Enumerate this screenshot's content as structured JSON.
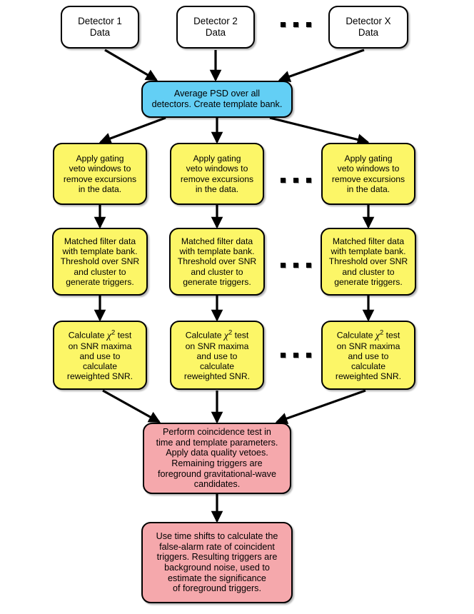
{
  "diagram": {
    "title": "Gravitational-wave search pipeline flowchart",
    "colors": {
      "input_box": "#ffffff",
      "psd_box": "#63CFF5",
      "per_detector_box": "#FCF667",
      "coincidence_box": "#F5A8AC",
      "stroke": "#000000",
      "background": "#ffffff"
    },
    "ellipsis_glyph": "...",
    "inputs": [
      {
        "id": "detector-1",
        "label": "Detector 1\nData"
      },
      {
        "id": "detector-2",
        "label": "Detector 2\nData"
      },
      {
        "id": "detector-x",
        "label": "Detector X\nData"
      }
    ],
    "psd": {
      "id": "average-psd",
      "label": "Average PSD over all\ndetectors. Create template bank."
    },
    "gating": [
      {
        "id": "gating-1",
        "label": "Apply gating\nveto windows to\nremove excursions\nin the data."
      },
      {
        "id": "gating-2",
        "label": "Apply gating\nveto windows to\nremove excursions\nin the data."
      },
      {
        "id": "gating-x",
        "label": "Apply gating\nveto windows to\nremove excursions\nin the data."
      }
    ],
    "matched_filter": [
      {
        "id": "matched-filter-1",
        "label": "Matched filter data\nwith template bank.\nThreshold over SNR\nand cluster to\ngenerate triggers."
      },
      {
        "id": "matched-filter-2",
        "label": "Matched filter data\nwith template bank.\nThreshold over SNR\nand cluster to\ngenerate triggers."
      },
      {
        "id": "matched-filter-x",
        "label": "Matched filter data\nwith template bank.\nThreshold over SNR\nand cluster to\ngenerate triggers."
      }
    ],
    "chisq": [
      {
        "id": "chisq-1",
        "line1_pre": "Calculate ",
        "chi": "χ",
        "chi_exp": "2",
        "line1_post": " test",
        "rest": "on SNR maxima\nand use to\ncalculate\nreweighted SNR."
      },
      {
        "id": "chisq-2",
        "line1_pre": "Calculate ",
        "chi": "χ",
        "chi_exp": "2",
        "line1_post": " test",
        "rest": "on SNR maxima\nand use to\ncalculate\nreweighted SNR."
      },
      {
        "id": "chisq-x",
        "line1_pre": "Calculate ",
        "chi": "χ",
        "chi_exp": "2",
        "line1_post": " test",
        "rest": "on SNR maxima\nand use to\ncalculate\nreweighted SNR."
      }
    ],
    "coincidence": {
      "id": "coincidence-test",
      "label": "Perform coincidence test in\ntime and template parameters.\nApply data quality vetoes.\nRemaining triggers are\nforeground gravitational-wave\ncandidates."
    },
    "background": {
      "id": "time-shifts",
      "label": "Use time shifts to calculate the\nfalse-alarm rate of coincident\ntriggers. Resulting triggers are\nbackground noise, used to\nestimate the significance\nof foreground triggers."
    }
  }
}
